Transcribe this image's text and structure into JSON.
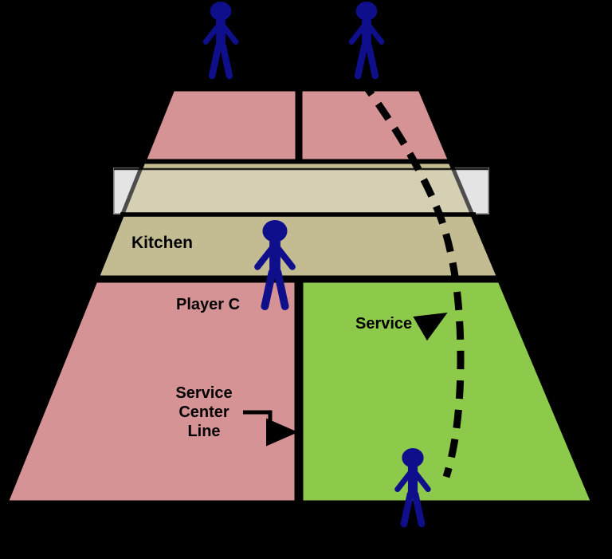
{
  "diagram": {
    "type": "pickleball-serve-diagram",
    "labels": {
      "kitchen": "Kitchen",
      "player_c": "Player C",
      "service": "Service",
      "scl": {
        "line1": "Service",
        "line2": "Center",
        "line3": "Line"
      }
    },
    "figures": [
      {
        "name": "opponent-left"
      },
      {
        "name": "opponent-right"
      },
      {
        "name": "player-c"
      },
      {
        "name": "server"
      }
    ],
    "colors": {
      "background": "#000000",
      "court_pink": "#d69396",
      "court_green": "#8dc94b",
      "kitchen": "#c3bc93",
      "net": "#d8d8d8",
      "player": "#0f0f8c",
      "line": "#000000"
    }
  }
}
